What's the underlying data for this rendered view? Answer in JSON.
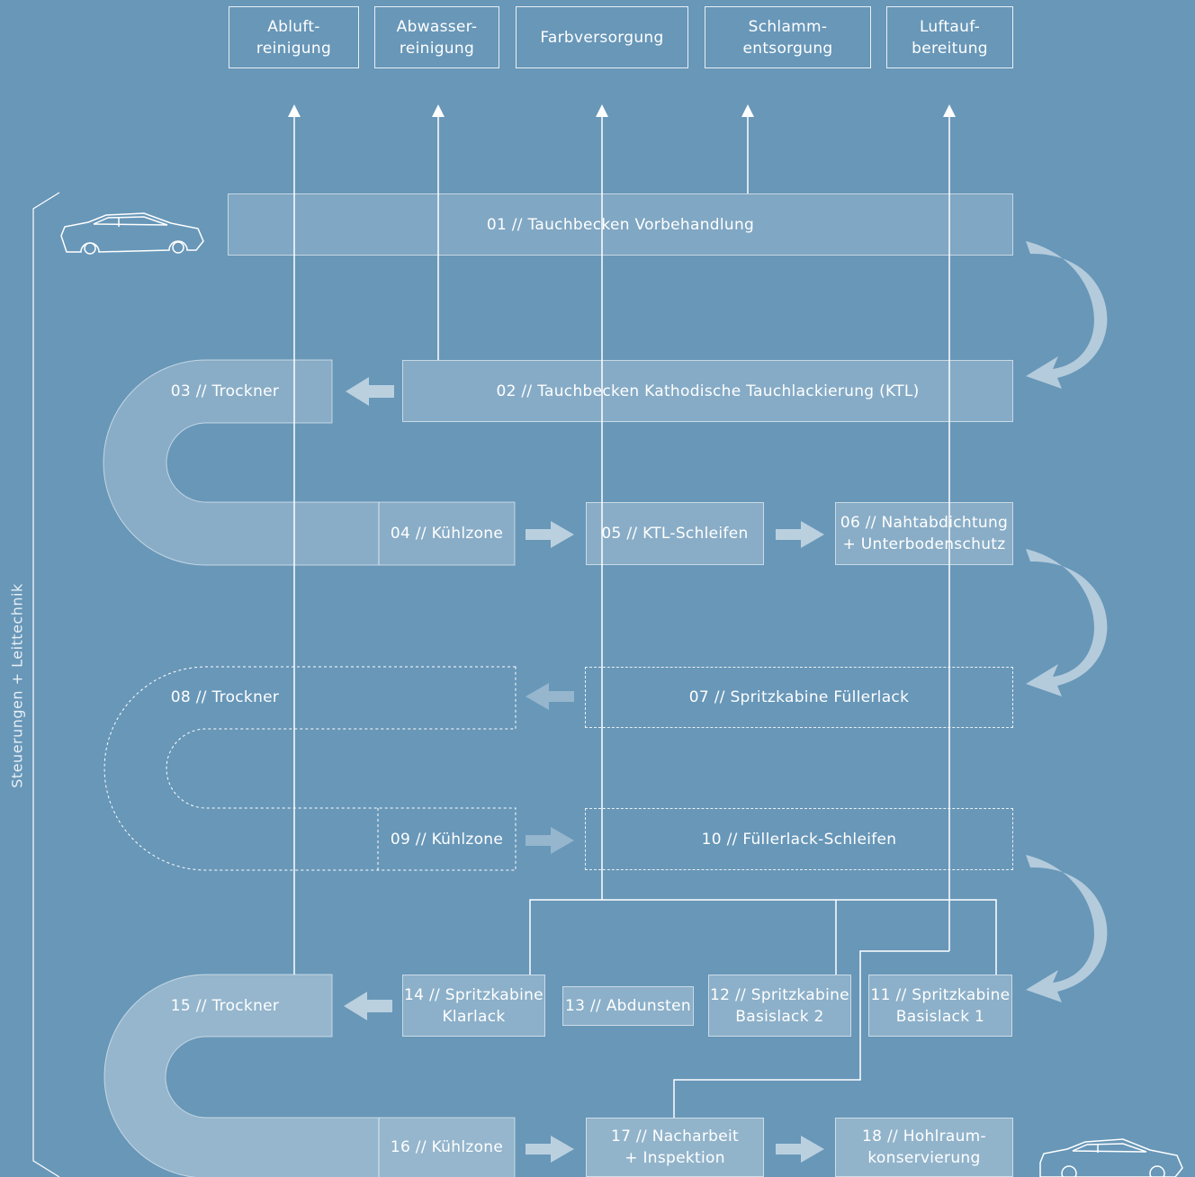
{
  "side_label": "Steuerungen + Leittechnik",
  "services": {
    "abluft": "Abluft-\nreinigung",
    "abwasser": "Abwasser-\nreinigung",
    "farb": "Farbversorgung",
    "schlamm": "Schlamm-\nentsorgung",
    "luft": "Luftauf-\nbereitung"
  },
  "steps": {
    "s01": "01 // Tauchbecken Vorbehandlung",
    "s02": "02 // Tauchbecken Kathodische Tauchlackierung (KTL)",
    "s03": "03 // Trockner",
    "s04": "04 // Kühlzone",
    "s05": "05 // KTL-Schleifen",
    "s06": "06 // Nahtabdichtung\n+ Unterbodenschutz",
    "s07": "07 // Spritzkabine Füllerlack",
    "s08": "08 // Trockner",
    "s09": "09 // Kühlzone",
    "s10": "10 // Füllerlack-Schleifen",
    "s11": "11 // Spritzkabine\nBasislack 1",
    "s12": "12 // Spritzkabine\nBasislack 2",
    "s13": "13 // Abdunsten",
    "s14": "14 // Spritzkabine\nKlarlack",
    "s15": "15 // Trockner",
    "s16": "16 // Kühlzone",
    "s17": "17 // Nacharbeit\n+ Inspektion",
    "s18": "18 // Hohlraum-\nkonservierung"
  },
  "icons": [
    "car-body-icon",
    "finished-car-icon",
    "flow-arrow-icon",
    "curved-arrow-icon",
    "bracket-icon"
  ],
  "colors": {
    "background": "#6897b8",
    "line": "#ffffff"
  }
}
